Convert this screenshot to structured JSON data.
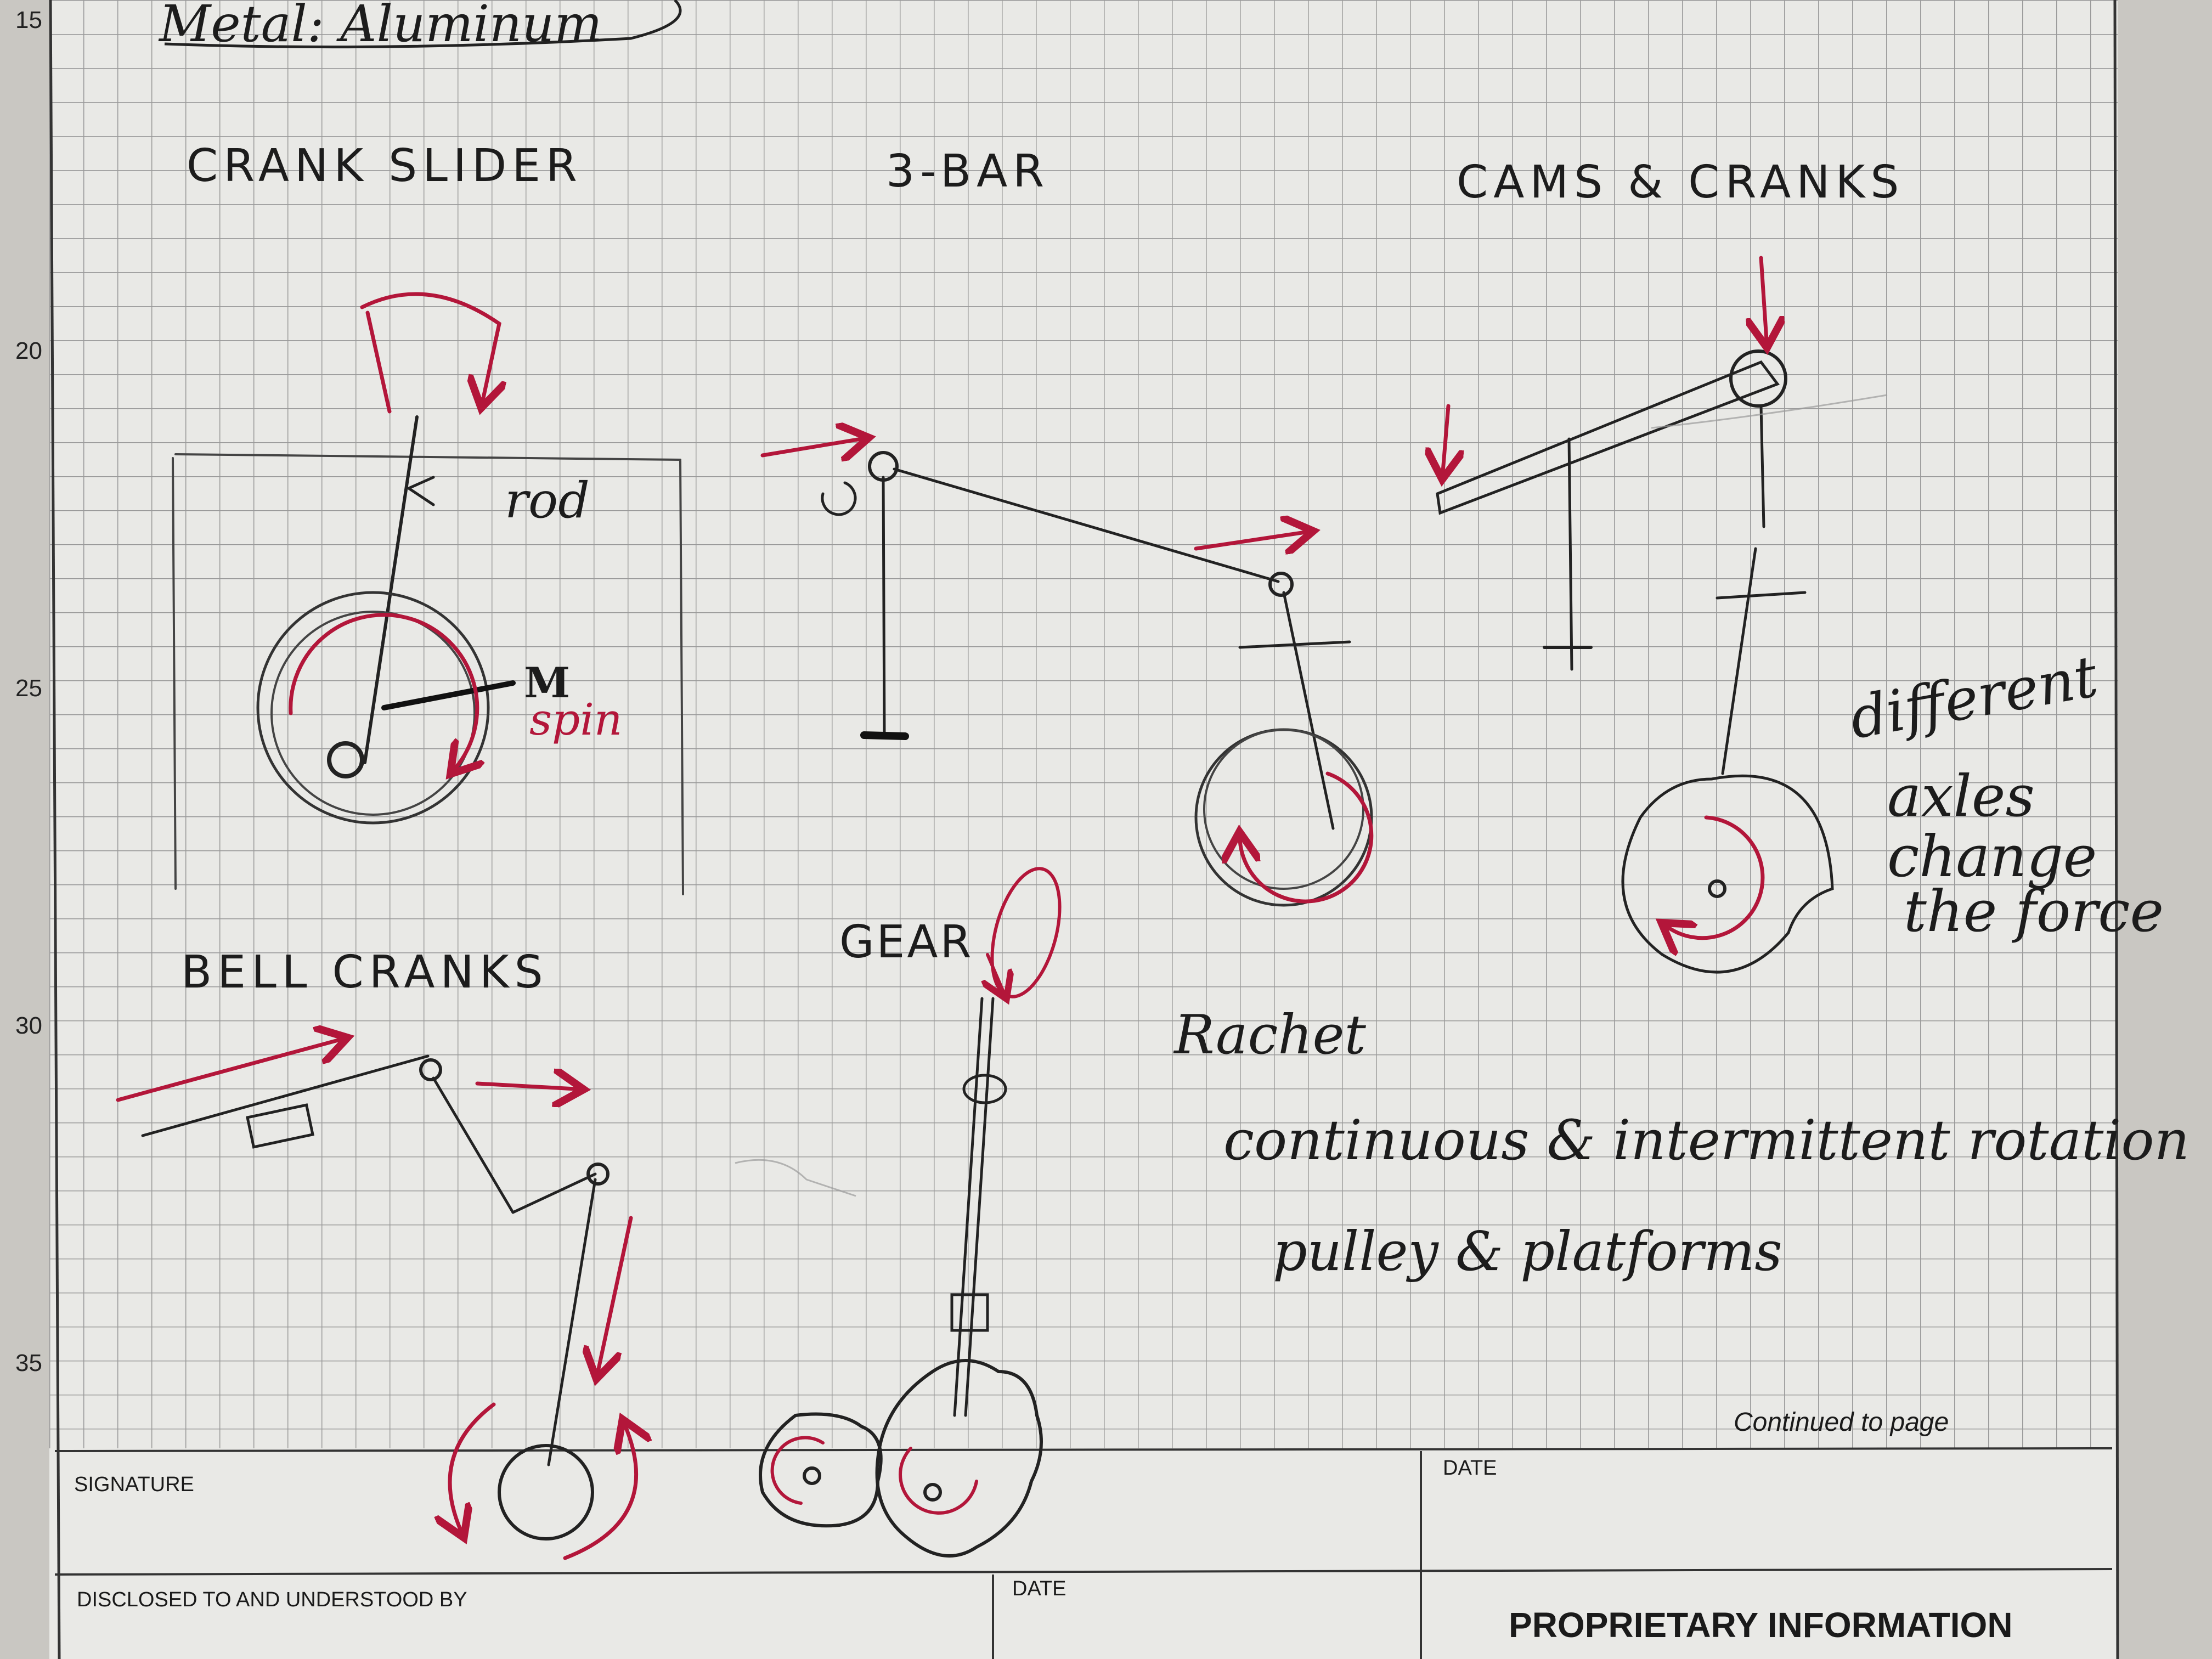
{
  "header": {
    "material_note": "Metal: Aluminum"
  },
  "margin_numbers": [
    "15",
    "20",
    "25",
    "30",
    "35"
  ],
  "sketch_titles": {
    "crank_slider": "CRANK SLIDER",
    "three_bar": "3-BAR",
    "cams_cranks": "CAMS & CRANKS",
    "bell_cranks": "BELL CRANKS",
    "gear": "GEAR"
  },
  "annotations": {
    "rod": "rod",
    "motor": "M",
    "spin": "spin",
    "different_axles": [
      "different",
      "axles",
      "change",
      "the force"
    ],
    "ratchet": "Rachet",
    "rotation": "continuous & intermittent rotation",
    "pulley": "pulley & platforms"
  },
  "footer": {
    "continued": "Continued to page",
    "signature": "SIGNATURE",
    "date_top": "DATE",
    "disclosed": "DISCLOSED TO AND UNDERSTOOD BY",
    "date_bottom": "DATE",
    "proprietary": "PROPRIETARY INFORMATION"
  },
  "colors": {
    "paper": "#e9e9e6",
    "grid": "#9a9a9a",
    "ink": "#1c1c1c",
    "red_ink": "#b3163a"
  }
}
